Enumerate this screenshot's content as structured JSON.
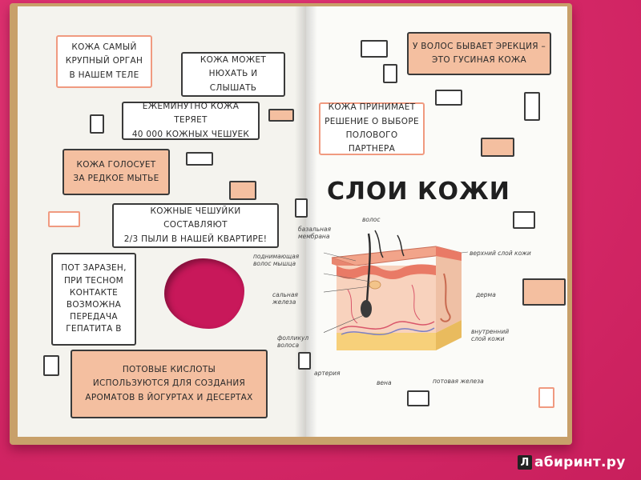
{
  "left_page": {
    "fact1": "Кожа самый\nкрупный орган\nв нашем теле",
    "fact2": "Кожа может\nнюхать и слышать",
    "fact3": "Ежеминутно кожа теряет\n40 000 кожных чешуек",
    "fact4": "Кожа голосует\nза редкое мытье",
    "fact5": "Кожные чешуйки составляют\n2/3 пыли в нашей квартире!",
    "fact6": "Пот заразен,\nпри тесном\nконтакте\nвозможна\nпередача\nгепатита В",
    "fact7": "Потовые кислоты\nиспользуются для создания\nароматов в йогуртах и десертах"
  },
  "right_page": {
    "fact1": "У волос бывает эрекция –\nэто гусиная кожа",
    "fact2": "Кожа принимает\nрешение о выборе\nполового партнера",
    "heading": "СЛОИ КОЖИ",
    "diagram_labels": {
      "basal_membrane": "базальная\nмембрана",
      "hair": "волос",
      "arrector_muscle": "поднимающая\nволос мышца",
      "sebaceous_gland": "сальная\nжелеза",
      "follicle": "фолликул\nволоса",
      "artery": "артерия",
      "vein": "вена",
      "sweat_gland": "потовая железа",
      "upper_layer": "верхний слой кожи",
      "dermis": "дерма",
      "inner_layer": "внутренний\nслой кожи"
    }
  },
  "watermark": {
    "icon_letter": "Л",
    "text": "абиринт.ру"
  },
  "colors": {
    "background": "#d92a6a",
    "salmon": "#f4bfa0",
    "peach_border": "#f09a80",
    "ink": "#3a3a3a"
  }
}
